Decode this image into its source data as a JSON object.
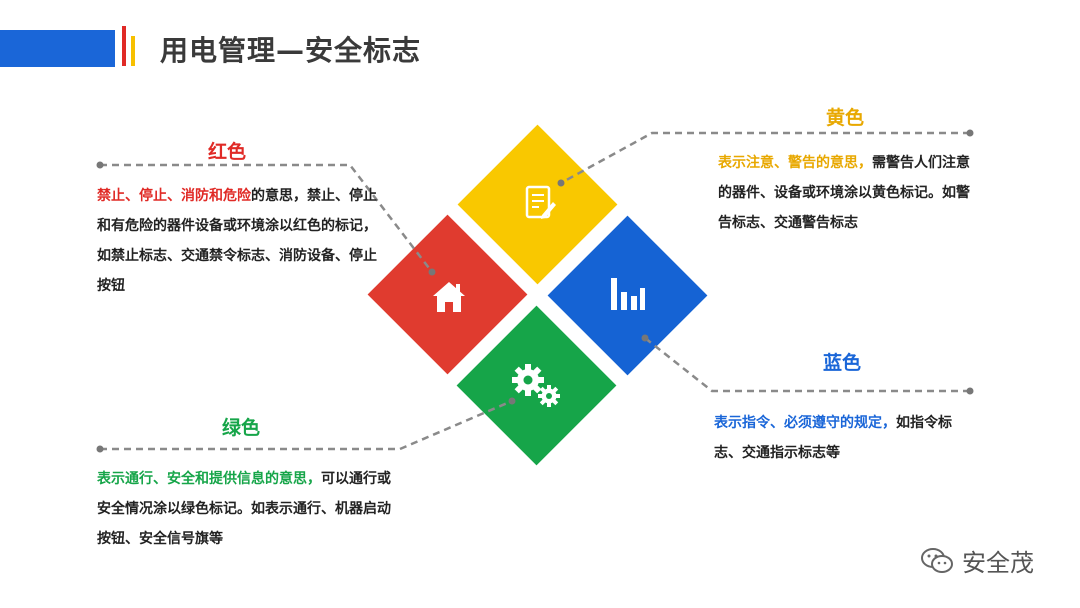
{
  "header": {
    "title": "用电管理—安全标志"
  },
  "colors": {
    "red": "#e03b2f",
    "yellow": "#f9c800",
    "blue": "#1563d4",
    "green": "#16a549",
    "header_blue": "#1a66d8"
  },
  "sections": {
    "red": {
      "heading": "红色",
      "highlight": "禁止、停止、消防和危险",
      "text_line1": "的意思，禁止、",
      "text_rest": "停止和有危险的器件设备或环境涂以红色的标记，如禁止标志、交通禁令标志、消防设备、停止按钮",
      "icon": "home-icon"
    },
    "yellow": {
      "heading": "黄色",
      "highlight": "表示注意、警告的意思，",
      "text": "需警告人们注意的器件、设备或环境涂以黄色标记。如警告标志、交通警告标志",
      "icon": "document-edit-icon"
    },
    "green": {
      "heading": "绿色",
      "highlight": "表示通行、安全和提供信息的意思，",
      "text": "可以通行或安全情况涂以绿色标记。如表示通行、机器启动按钮、安全信号旗等",
      "icon": "gears-icon"
    },
    "blue": {
      "heading": "蓝色",
      "highlight": "表示指令、必须遵守的规定，",
      "text": "如指令标志、交通指示标志等",
      "icon": "bar-chart-icon"
    }
  },
  "watermark": {
    "text": "安全茂",
    "icon": "wechat-icon"
  }
}
